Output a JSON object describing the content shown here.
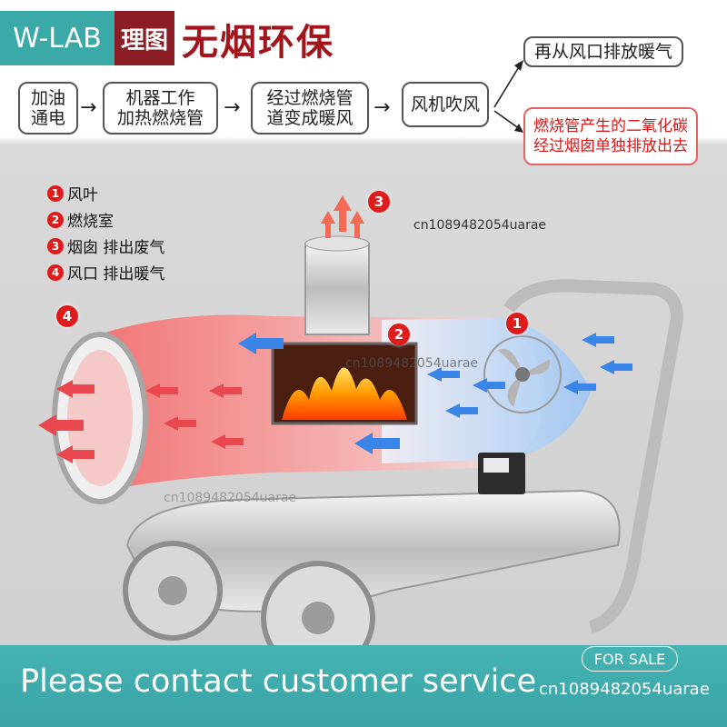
{
  "brand": "W-LAB",
  "header": {
    "title_box_partial": "理图",
    "title": "无烟环保"
  },
  "flow": [
    {
      "line1": "加油",
      "line2": "通电"
    },
    {
      "line1": "机器工作",
      "line2": "加热燃烧管"
    },
    {
      "line1": "经过燃烧管",
      "line2": "道变成暖风"
    },
    {
      "line1": "风机吹风",
      "line2": ""
    },
    {
      "line1": "再从风口排放暖气",
      "line2": ""
    },
    {
      "line1": "燃烧管产生的二氧化碳",
      "line2": "经过烟囱单独排放出去"
    }
  ],
  "legend": [
    {
      "num": "1",
      "label": "风叶"
    },
    {
      "num": "2",
      "label": "燃烧室"
    },
    {
      "num": "3",
      "label": "烟囱 排出废气"
    },
    {
      "num": "4",
      "label": "风口 排出暖气"
    }
  ],
  "callouts": [
    "1",
    "2",
    "3",
    "4"
  ],
  "watermarks": {
    "top_right": "cn1089482054uarae",
    "center": "cn1089482054uarae",
    "lower": "cn1089482054uarae"
  },
  "footer": {
    "contact": "Please contact customer service",
    "sale_tag": "FOR SALE",
    "seller_id": "cn1089482054uarae"
  },
  "colors": {
    "teal": "#3aa9a8",
    "title_red": "#a3141c",
    "callout_red": "#e01b1b",
    "warm_air": "#f26b6b",
    "cool_air": "#3f8ff0"
  }
}
